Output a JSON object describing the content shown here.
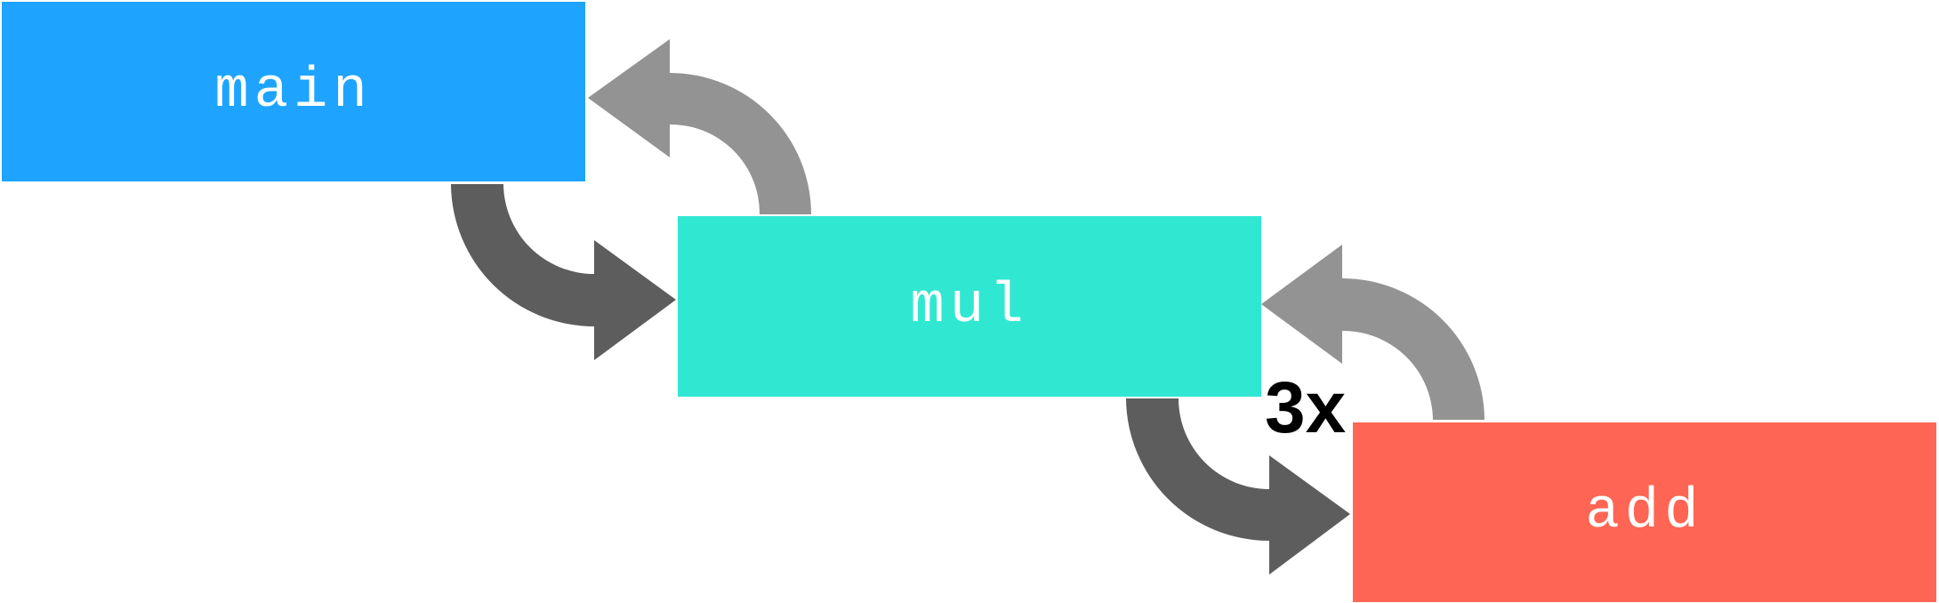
{
  "diagram": {
    "nodes": [
      {
        "id": "main",
        "label": "main",
        "color": "#1ea4ff"
      },
      {
        "id": "mul",
        "label": "mul",
        "color": "#30e8d2"
      },
      {
        "id": "add",
        "label": "add",
        "color": "#fe6554"
      }
    ],
    "edges": [
      {
        "from": "main",
        "to": "mul",
        "kind": "call",
        "color": "#5d5d5d"
      },
      {
        "from": "mul",
        "to": "main",
        "kind": "return",
        "color": "#939393"
      },
      {
        "from": "mul",
        "to": "add",
        "kind": "call",
        "color": "#5d5d5d",
        "label": "3x"
      },
      {
        "from": "add",
        "to": "mul",
        "kind": "return",
        "color": "#939393"
      }
    ]
  }
}
